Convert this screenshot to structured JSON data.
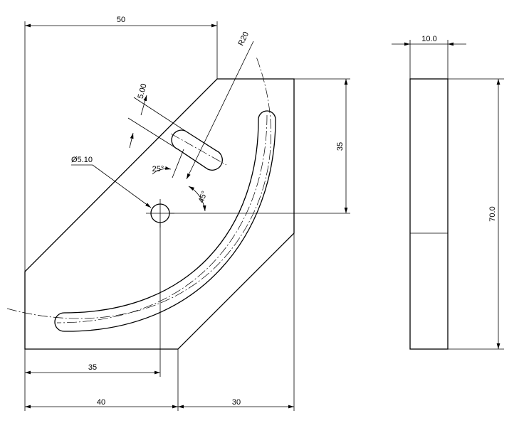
{
  "front_view": {
    "dim_top_width": "50",
    "dim_radius": "R20",
    "dim_slot_width": "5.00",
    "dim_hole_diameter": "Ø5.10",
    "dim_slot_angle": "25°",
    "dim_arc_angle": "45°",
    "dim_right_height": "35",
    "dim_hole_x": "35",
    "dim_bottom_left": "40",
    "dim_bottom_right": "30"
  },
  "side_view": {
    "dim_thickness": "10.0",
    "dim_height": "70.0"
  }
}
